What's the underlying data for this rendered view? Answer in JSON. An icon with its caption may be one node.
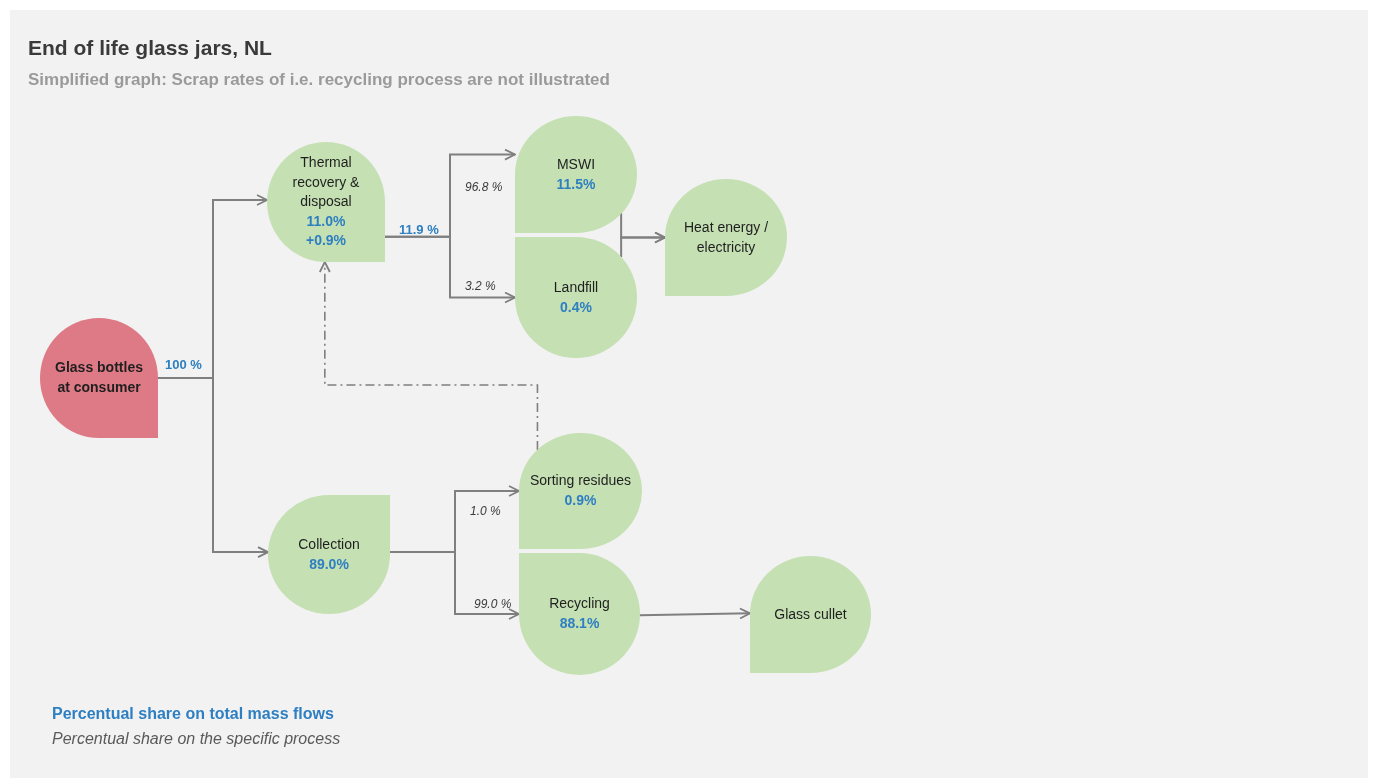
{
  "diagram": {
    "title": "End of life glass jars, NL",
    "caption": "Simplified graph: Scrap rates of i.e. recycling process are not illustrated",
    "nodes": [
      {
        "text": [
          "Glass bottles at consumer"
        ]
      },
      {
        "text": [
          "Thermal recovery & disposal",
          "11.0%",
          "+0.9%"
        ]
      },
      {
        "text": [
          "MSWI",
          "11.5%"
        ]
      },
      {
        "text": [
          "Landfill",
          "0.4%"
        ]
      },
      {
        "text": [
          "Heat energy / electricity"
        ]
      },
      {
        "text": [
          "Collection",
          "89.0%"
        ]
      },
      {
        "text": [
          "Sorting residues",
          "0.9%"
        ]
      },
      {
        "text": [
          "Recycling",
          "88.1%"
        ]
      },
      {
        "text": [
          "Glass cullet"
        ]
      }
    ],
    "edges": [
      {
        "from": 0,
        "to": 1,
        "arrow": "to"
      },
      {
        "from": 0,
        "to": 5,
        "arrow": "to"
      },
      {
        "from": 1,
        "to": 2,
        "arrow": "to",
        "label": "96.8 %"
      },
      {
        "from": 1,
        "to": 3,
        "arrow": "to",
        "label": "3.2 %"
      },
      {
        "from": 2,
        "to": 4,
        "arrow": "to"
      },
      {
        "from": 3,
        "to": 4,
        "arrow": "to"
      },
      {
        "from": 5,
        "to": 6,
        "arrow": "to",
        "label": "1.0 %"
      },
      {
        "from": 5,
        "to": 7,
        "arrow": "to",
        "label": "99.0 %"
      },
      {
        "from": 7,
        "to": 8,
        "arrow": "to"
      },
      {
        "from": 6,
        "to": 1,
        "arrow": "to",
        "style": "dashed"
      }
    ],
    "labels": [
      "100 %",
      "11.9 %",
      "Percentual share on total mass flows",
      "Percentual share on the specific process"
    ]
  }
}
